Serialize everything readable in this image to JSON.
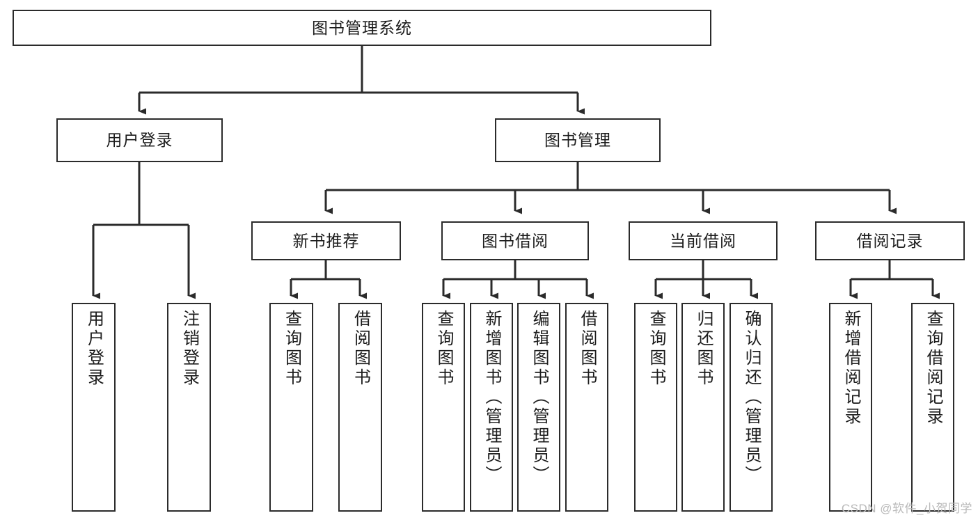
{
  "diagram": {
    "title": "图书管理系统",
    "type": "tree-hierarchy-diagram",
    "watermark": "CSDN @软件_小贺同学",
    "colors": {
      "background": "#ffffff",
      "box_border": "#2b2b2b",
      "box_fill": "#ffffff",
      "connector": "#2b2b2b",
      "text": "#1c1c1c",
      "watermark": "#b9b9b9"
    },
    "root": {
      "label": "图书管理系统"
    },
    "level2": [
      {
        "label": "用户登录"
      },
      {
        "label": "图书管理"
      }
    ],
    "level3": [
      {
        "label": "新书推荐"
      },
      {
        "label": "图书借阅"
      },
      {
        "label": "当前借阅"
      },
      {
        "label": "借阅记录"
      }
    ],
    "leaves": {
      "user_login": [
        {
          "label": "用户登录"
        },
        {
          "label": "注销登录"
        }
      ],
      "new_book_recommend": [
        {
          "label": "查询图书"
        },
        {
          "label": "借阅图书"
        }
      ],
      "book_borrow": [
        {
          "label": "查询图书"
        },
        {
          "label": "新增图书（管理员）"
        },
        {
          "label": "编辑图书（管理员）"
        },
        {
          "label": "借阅图书"
        }
      ],
      "current_borrow": [
        {
          "label": "查询图书"
        },
        {
          "label": "归还图书"
        },
        {
          "label": "确认归还（管理员）"
        }
      ],
      "borrow_record": [
        {
          "label": "新增借阅记录"
        },
        {
          "label": "查询借阅记录"
        }
      ]
    }
  }
}
